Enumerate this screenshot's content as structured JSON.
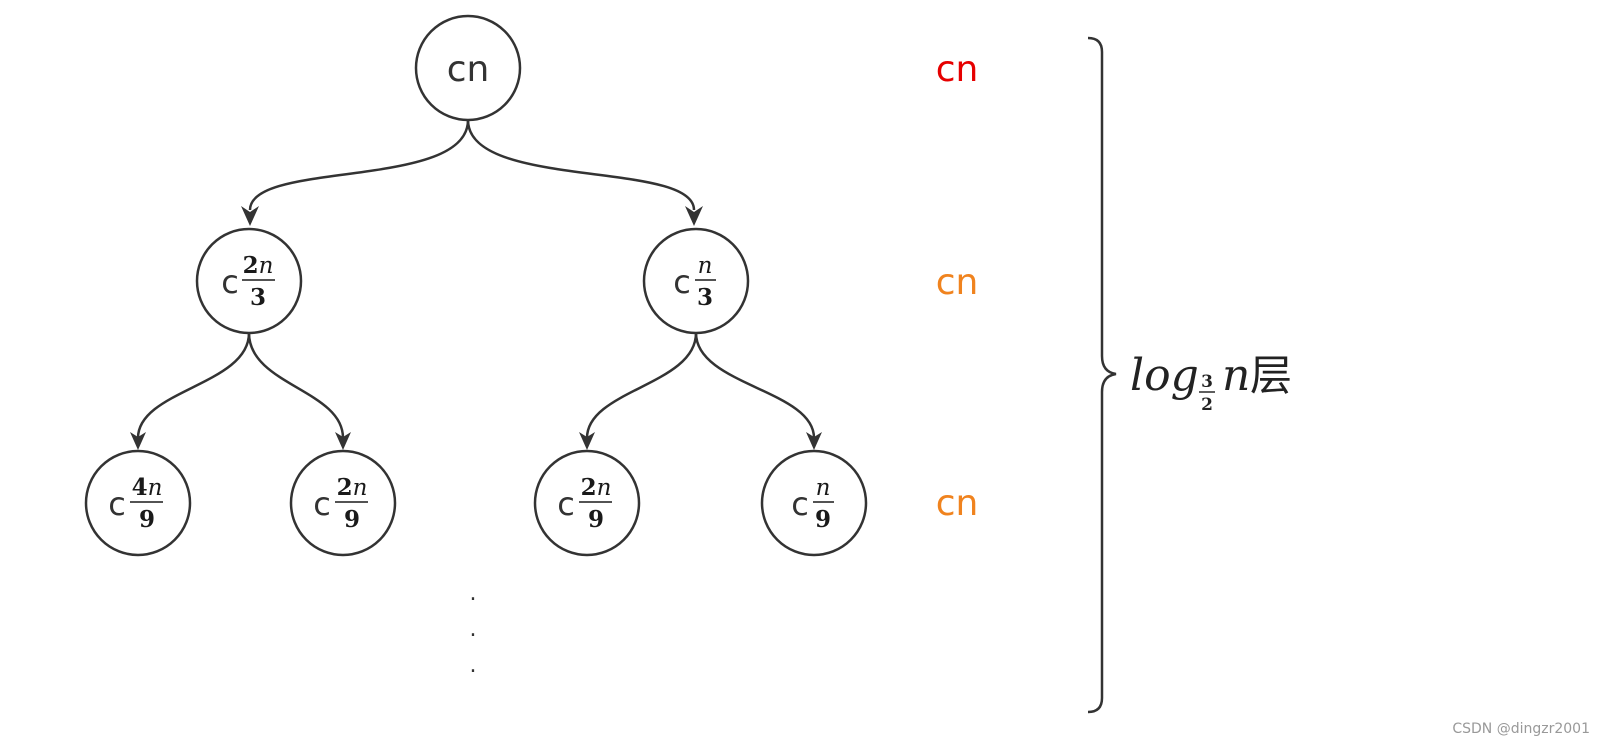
{
  "colors": {
    "stroke": "#333333",
    "level_root": "#e60000",
    "level_other": "#f0831e"
  },
  "root": {
    "text": "cn"
  },
  "level1": [
    {
      "prefix": "c",
      "num": "2",
      "var": "n",
      "den": "3"
    },
    {
      "prefix": "c",
      "num": "",
      "var": "n",
      "den": "3"
    }
  ],
  "level2": [
    {
      "prefix": "c",
      "num": "4",
      "var": "n",
      "den": "9"
    },
    {
      "prefix": "c",
      "num": "2",
      "var": "n",
      "den": "9"
    },
    {
      "prefix": "c",
      "num": "2",
      "var": "n",
      "den": "9"
    },
    {
      "prefix": "c",
      "num": "",
      "var": "n",
      "den": "9"
    }
  ],
  "level_costs": [
    "cn",
    "cn",
    "cn"
  ],
  "ellipsis": ".",
  "depth_label": {
    "log": "log",
    "base_num": "3",
    "base_den": "2",
    "arg": "n",
    "suffix": "层"
  },
  "watermark": "CSDN @dingzr2001"
}
